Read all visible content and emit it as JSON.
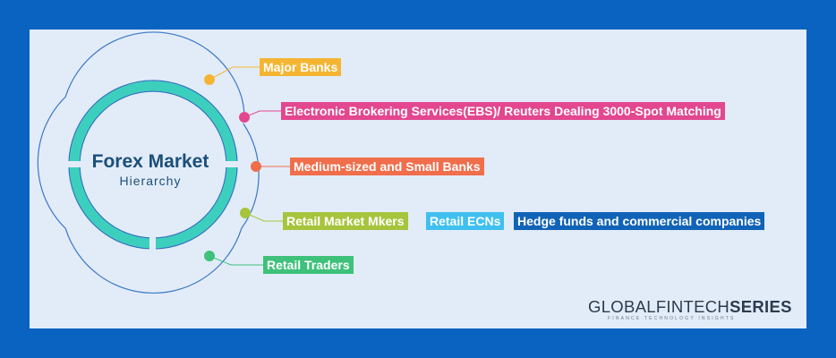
{
  "title": {
    "line1": "Forex Market",
    "line2": "Hierarchy"
  },
  "levels": [
    {
      "label": "Major Banks",
      "color": "#f5b533"
    },
    {
      "label": "Electronic Brokering Services(EBS)/  Reuters Dealing 3000-Spot Matching",
      "color": "#e2478f"
    },
    {
      "label": "Medium-sized and Small Banks",
      "color": "#f06e4b"
    },
    {
      "labels": [
        "Retail Market Mkers",
        "Retail ECNs",
        "Hedge funds  and commercial companies"
      ],
      "colors": [
        "#a7c43d",
        "#3fc0ef",
        "#1163b7"
      ],
      "dot_color": "#a7c43d"
    },
    {
      "label": "Retail Traders",
      "color": "#3ec17a"
    }
  ],
  "brand": {
    "name_regular": "GLOBALFINTECH",
    "name_bold": "SERIES",
    "tagline": "FINANCE TECHNOLOGY INSIGHTS"
  },
  "colors": {
    "frame": "#0a63c0",
    "background": "#e2ecf8",
    "ring": "#3dcfbe",
    "ring_outline": "#3a77c7"
  }
}
